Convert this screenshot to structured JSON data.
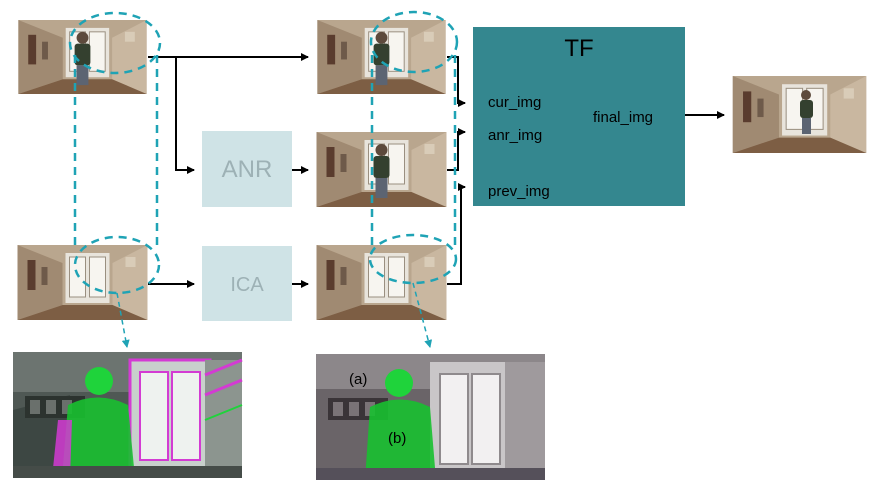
{
  "blocks": {
    "anr": "ANR",
    "ica": "ICA",
    "tf_title": "TF",
    "tf_inputs": [
      "cur_img",
      "anr_img",
      "prev_img"
    ],
    "tf_output": "final_img"
  },
  "annotations": {
    "a": "(a)",
    "b": "(b)"
  },
  "colors": {
    "tf_fill": "#34878f",
    "block_fill": "#cfe3e6",
    "block_text": "#9db1b5",
    "dash": "#1fa3b5",
    "arrow": "#000000"
  },
  "icons": [
    "hallway-photo",
    "walking-person-photo",
    "overlay-green-magenta-photo",
    "grayscale-overlay-photo"
  ]
}
